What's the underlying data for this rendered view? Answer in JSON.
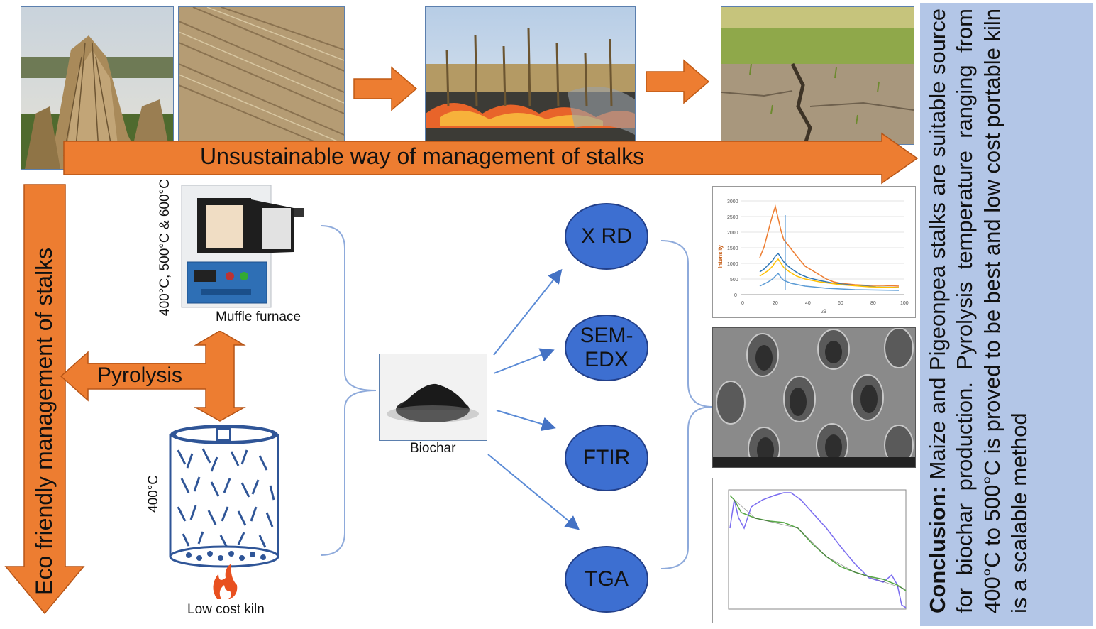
{
  "top_arrow_label": "Unsustainable way of management of stalks",
  "side_arrow_label": "Eco friendly management of stalks",
  "pyrolysis_label": "Pyrolysis",
  "muffle": {
    "temps": "400°C, 500°C & 600°C",
    "caption": "Muffle furnace"
  },
  "kiln": {
    "temp": "400°C",
    "caption": "Low cost kiln"
  },
  "biochar_caption": "Biochar",
  "analyses": {
    "xrd": "X RD",
    "sem": "SEM-EDX",
    "ftir": "FTIR",
    "tga": "TGA"
  },
  "xrd_chart": {
    "ylabel": "Intensity",
    "xlabel": "2θ",
    "yticks": [
      "3000",
      "2500",
      "2000",
      "1500",
      "1000",
      "500",
      "0"
    ],
    "xticks": [
      "0",
      "20",
      "40",
      "60",
      "80",
      "100"
    ]
  },
  "conclusion": {
    "heading": "Conclusion:",
    "text": "Maize and Pigeonpea stalks are suitable source for biochar production. Pyrolysis temperature ranging from 400°C to 500°C is proved to be best and low cost portable kiln is a scalable method"
  },
  "colors": {
    "arrow": "#ed7d31",
    "circle": "#3d6fd1",
    "conclusion_bg": "#b3c6e7"
  }
}
